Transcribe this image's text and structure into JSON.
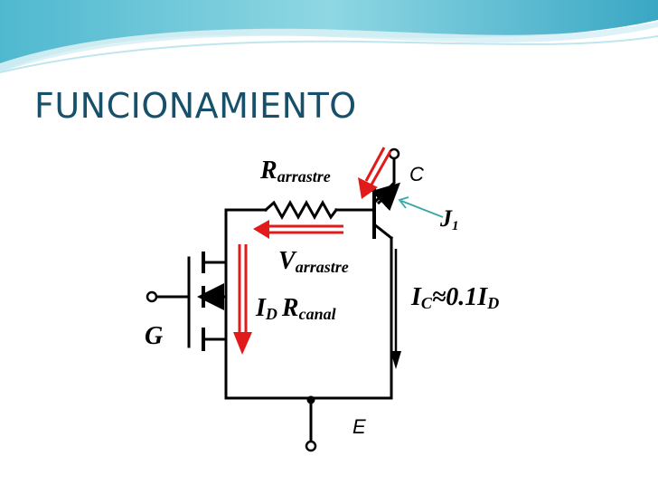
{
  "slide": {
    "title": "FUNCIONAMIENTO"
  },
  "colors": {
    "accent_red": "#e11b1b",
    "title_blue": "#17506a",
    "banner_teal": "#6cc7d8",
    "arrow_teal": "#3aa7a7"
  },
  "labels": {
    "r_main": "R",
    "r_sub": "arrastre",
    "c_node": "C",
    "j_main": "J",
    "j_sub": "1",
    "v_main": "V",
    "v_sub": "arrastre",
    "id_main": "I",
    "id_sub": "D",
    "rc_main": "R",
    "rc_sub": "canal",
    "ic_main": "I",
    "ic_sub": "C",
    "ic_rel": "≈0.1",
    "ic_main2": "I",
    "ic_sub2": "D",
    "g_node": "G",
    "e_node": "E"
  }
}
